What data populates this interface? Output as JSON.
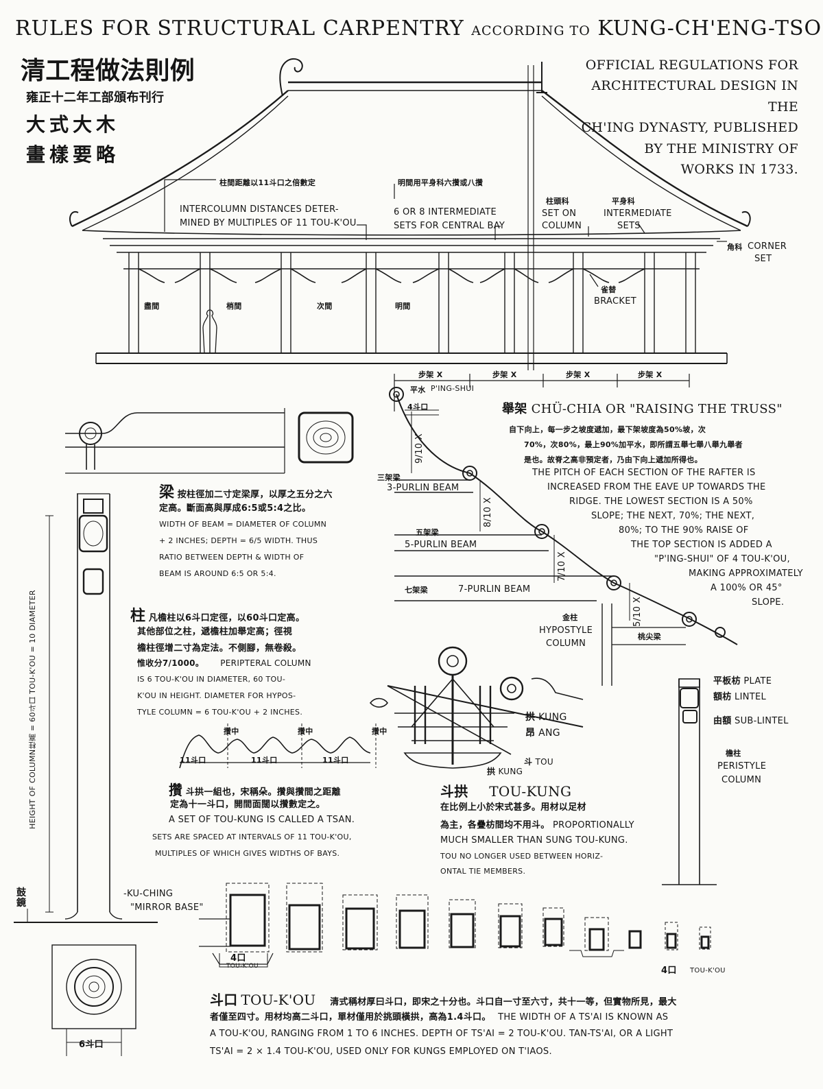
{
  "title": {
    "rules": "Rules for Structural Carpentry",
    "according": "according to",
    "name": "Kung-ch'eng-tso-fa"
  },
  "cn_header": {
    "title": "清工程做法則例",
    "subtitle": "雍正十二年工部頒布刊行",
    "line1": "大式大木",
    "line2": "畫樣要略"
  },
  "official": {
    "line1": "Official regulations for",
    "line2": "Architectural design in the",
    "line3": "Ch'ing Dynasty, published",
    "line4": "by the Ministry of",
    "line5": "Works in 1733."
  },
  "elevation": {
    "intercolumn_cn": "柱間距離以11斗口之倍數定",
    "intercolumn_en1": "Intercolumn distances deter-",
    "intercolumn_en2": "mined by multiples of 11 tou-k'ou",
    "central_cn": "明間用平身科六攢或八攢",
    "central_en1": "6 or 8 intermediate",
    "central_en2": "sets for central bay",
    "column_set_cn": "柱頭科",
    "column_set_en1": "Set on",
    "column_set_en2": "column",
    "intermediate_cn": "平身科",
    "intermediate_en1": "Intermediate",
    "intermediate_en2": "sets",
    "corner_cn": "角科",
    "corner_en1": "Corner",
    "corner_en2": "set",
    "bracket_cn": "雀替",
    "bracket_en": "Bracket",
    "bay1": "盡間",
    "bay2": "梢間",
    "bay3": "次間",
    "bay4": "明間"
  },
  "truss": {
    "step": "步架 X",
    "ping_shui_cn": "平水",
    "ping_shui_en": "P'ing-shui",
    "ping_shui_dim": "4斗口",
    "pitch_9": "9/10 X",
    "pitch_8": "8/10 X",
    "pitch_7": "7/10 X",
    "pitch_5": "5/10 X",
    "purlin3_cn": "三架梁",
    "purlin3_en": "3-Purlin beam",
    "purlin5_cn": "五架梁",
    "purlin5_en": "5-Purlin beam",
    "purlin7_cn": "七架梁",
    "purlin7_en": "7-Purlin beam",
    "heading_cn": "舉架",
    "heading_en": "Chü-chia or \"Raising the Truss\"",
    "text_cn1": "自下向上，每一步之坡度遞加，最下架坡度為50%坡，次",
    "text_cn2": "70%，次80%，最上90%加平水，即所謂五舉七舉八舉九舉者",
    "text_cn3": "是也。故脊之高非預定者，乃由下向上遞加所得也。",
    "text_en1": "The pitch of each section of the rafter is",
    "text_en2": "increased from the eave up towards the",
    "text_en3": "ridge. The lowest section is a 50%",
    "text_en4": "slope; the next, 70%; the next,",
    "text_en5": "80%; to the 90% raise of",
    "text_en6": "the top section is added a",
    "text_en7": "\"P'ing-shui\" of 4 tou-k'ou,",
    "text_en8": "making approximately",
    "text_en9": "a 100% or 45°",
    "text_en10": "slope.",
    "hypostyle_cn": "金柱",
    "hypostyle_en1": "Hypostyle",
    "hypostyle_en2": "column",
    "beam_head_cn": "桃尖梁",
    "plate_cn": "平板枋",
    "plate_en": "Plate",
    "lintel_cn": "額枋",
    "lintel_en": "Lintel",
    "sublintel_cn": "由額",
    "sublintel_en": "Sub-lintel",
    "peristyle_cn": "檐柱",
    "peristyle_en1": "Peristyle",
    "peristyle_en2": "column"
  },
  "beam": {
    "heading_cn": "梁",
    "text_cn1": "按柱徑加二寸定梁厚，以厚之五分之六",
    "text_cn2": "定高。斷面高與厚成6:5或5:4之比。",
    "text_en1": "Width of beam = diameter of column",
    "text_en2": "+ 2 inches; depth = 6/5 width. Thus",
    "text_en3": "ratio between depth & width of",
    "text_en4": "beam is around 6:5 or 5:4."
  },
  "column": {
    "heading_cn": "柱",
    "text_cn1": "凡檐柱以6斗口定徑，以60斗口定高。",
    "text_cn2": "其他部位之柱，遞檐柱加舉定高；徑視",
    "text_cn3": "檐柱徑增二寸為定法。不側腳，無卷殺。",
    "text_cn4": "惟收分7/1000。",
    "text_en0": "Peripteral column",
    "text_en1": "is 6 tou-k'ou in diameter, 60 tou-",
    "text_en2": "k'ou in height. Diameter for hypos-",
    "text_en3": "tyle column = 6 tou-k'ou + 2 inches.",
    "height_label": "Height of column柱高 = 60斗口 tou-k'ou = 10 diameter",
    "drum_cn": "鼓鏡",
    "ku_ching": "-Ku-ching",
    "mirror_base": "\"Mirror base\"",
    "base_dim": "6斗口"
  },
  "tsan": {
    "mark": "攢中",
    "spacing": "11斗口",
    "heading_cn": "攢",
    "text_cn1": "斗拱一組也，宋稱朵。攢與攢間之距離",
    "text_cn2": "定為十一斗口，開間面闊以攢數定之。",
    "text_en1": "A set of tou-kung is called a Tsan.",
    "text_en2": "Sets are spaced at intervals of 11 tou-k'ou,",
    "text_en3": "multiples of which gives widths of bays."
  },
  "toukung": {
    "kung_cn": "拱",
    "kung_en": "Kung",
    "ang_cn": "昂",
    "ang_en": "Ang",
    "tou_cn": "斗",
    "tou_en": "Tou",
    "kung2_cn": "拱",
    "kung2_en": "Kung",
    "heading_cn": "斗拱",
    "heading_en": "Tou-kung",
    "text_cn1": "在比例上小於宋式甚多。用材以足材",
    "text_cn2": "為主，各疊枋間均不用斗。",
    "text_en1": "Proportionally",
    "text_en2": "much smaller than Sung tou-kung.",
    "text_en3": "Tou no longer used between horiz-",
    "text_en4": "ontal tie members."
  },
  "toukou": {
    "dim_left": "4口",
    "unit_left": "tou-k'ou",
    "dim_right": "4口",
    "unit_right": "tou-k'ou",
    "heading_cn": "斗口",
    "heading_en": "Tou-k'ou",
    "text_cn1": "清式稱材厚曰斗口，即宋之十分也。斗口自一寸至六寸，共十一等，但實物所見，最大",
    "text_cn2": "者僅至四寸。用材均高二斗口，單材僅用於挑頭橫拱，高為1.4斗口。",
    "text_en1": "The width of a Ts'ai is known as",
    "text_en2": "a Tou-k'ou, ranging from 1 to 6 inches. Depth of Ts'ai = 2 tou-k'ou.  Tan-ts'ai, or a light",
    "text_en3": "ts'ai = 2 × 1.4 tou-k'ou, used only for kungs employed on t'iaos."
  }
}
